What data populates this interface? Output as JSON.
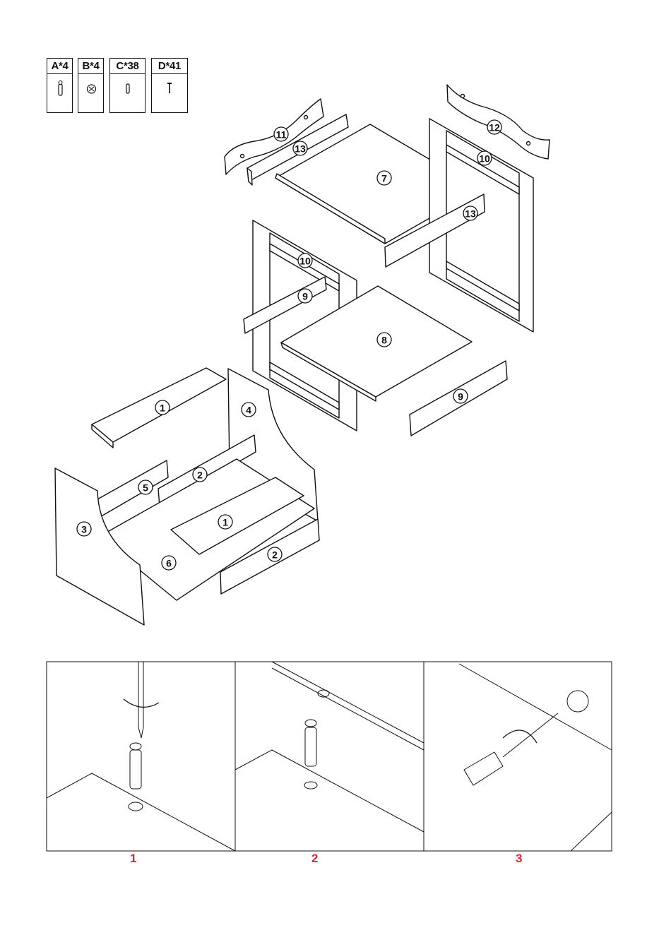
{
  "hardware": [
    {
      "label": "A*4",
      "icon": "cam-bolt-icon"
    },
    {
      "label": "B*4",
      "icon": "cam-lock-icon"
    },
    {
      "label": "C*38",
      "icon": "dowel-icon"
    },
    {
      "label": "D*41",
      "icon": "screw-icon"
    }
  ],
  "parts": [
    "1",
    "2",
    "3",
    "4",
    "5",
    "6",
    "7",
    "8",
    "9",
    "10",
    "11",
    "12",
    "13"
  ],
  "steps": [
    {
      "number": "1"
    },
    {
      "number": "2"
    },
    {
      "number": "3"
    }
  ],
  "colors": {
    "step_number": "#e0203a",
    "line": "#111111"
  }
}
